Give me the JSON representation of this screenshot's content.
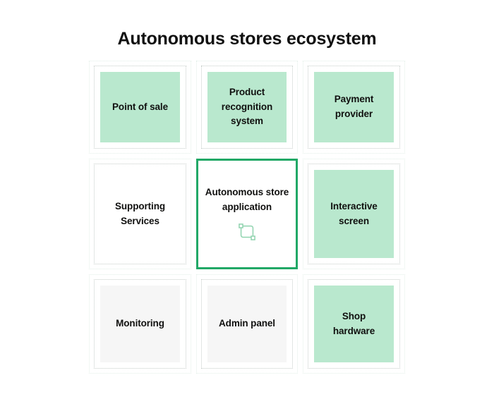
{
  "header": {
    "title": "Autonomous stores ecosystem"
  },
  "colors": {
    "mint_fill": "#b9e8ce",
    "grey_fill": "#f6f6f6",
    "white_fill": "#ffffff",
    "highlight_border": "#21a866",
    "icon_stroke": "#8fd3ae",
    "outer_dotted_border": "#e3efe8",
    "inner_dotted_border": "#c6cdc9",
    "text": "#10100f",
    "page_background": "#ffffff"
  },
  "diagram": {
    "type": "grid",
    "rows": 3,
    "columns": 3,
    "cards": [
      {
        "id": "point-of-sale",
        "label": "Point of sale",
        "fill": "mint",
        "highlighted": false,
        "icon": null
      },
      {
        "id": "product-recognition",
        "label": "Product\nrecognition\nsystem",
        "fill": "mint",
        "highlighted": false,
        "icon": null
      },
      {
        "id": "payment-provider",
        "label": "Payment\nprovider",
        "fill": "mint",
        "highlighted": false,
        "icon": null
      },
      {
        "id": "supporting-services",
        "label": "Supporting\nServices",
        "fill": "white",
        "highlighted": false,
        "icon": null
      },
      {
        "id": "autonomous-store-app",
        "label": "Autonomous store\napplication",
        "fill": "white",
        "highlighted": true,
        "icon": "transform-handles-icon"
      },
      {
        "id": "interactive-screen",
        "label": "Interactive\nscreen",
        "fill": "mint",
        "highlighted": false,
        "icon": null
      },
      {
        "id": "monitoring",
        "label": "Monitoring",
        "fill": "grey",
        "highlighted": false,
        "icon": null
      },
      {
        "id": "admin-panel",
        "label": "Admin panel",
        "fill": "grey",
        "highlighted": false,
        "icon": null
      },
      {
        "id": "shop-hardware",
        "label": "Shop\nhardware",
        "fill": "mint",
        "highlighted": false,
        "icon": null
      }
    ]
  }
}
